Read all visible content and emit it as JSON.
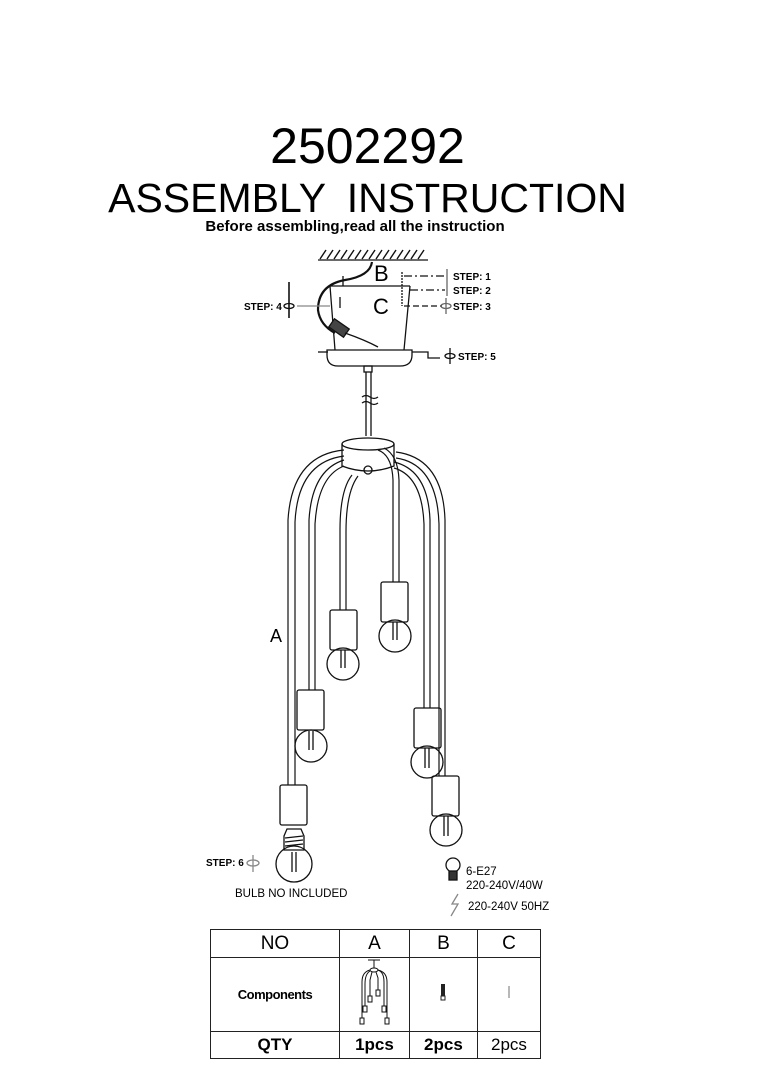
{
  "document": {
    "model_number": "2502292",
    "title": "ASSEMBLY  INSTRUCTION",
    "subtitle": "Before assembling,read all the instruction"
  },
  "diagram": {
    "part_labels": {
      "a": "A",
      "b": "B",
      "c": "C"
    },
    "steps": {
      "step1": "STEP: 1",
      "step2": "STEP: 2",
      "step3": "STEP: 3",
      "step4": "STEP: 4",
      "step5": "STEP: 5",
      "step6": "STEP: 6"
    },
    "bulb_note": "BULB NO INCLUDED",
    "specs": {
      "bulb_type": "6-E27",
      "bulb_rating": "220-240V/40W",
      "power": "220-240V 50HZ"
    },
    "icons": [
      "screw-icon",
      "rotate-icon",
      "bulb-icon",
      "lightning-icon",
      "ceiling-hatch-icon"
    ]
  },
  "parts_table": {
    "headers": [
      "NO",
      "A",
      "B",
      "C"
    ],
    "components_label": "Components",
    "qty_label": "QTY",
    "quantities": [
      "1pcs",
      "2pcs",
      "2pcs"
    ]
  }
}
